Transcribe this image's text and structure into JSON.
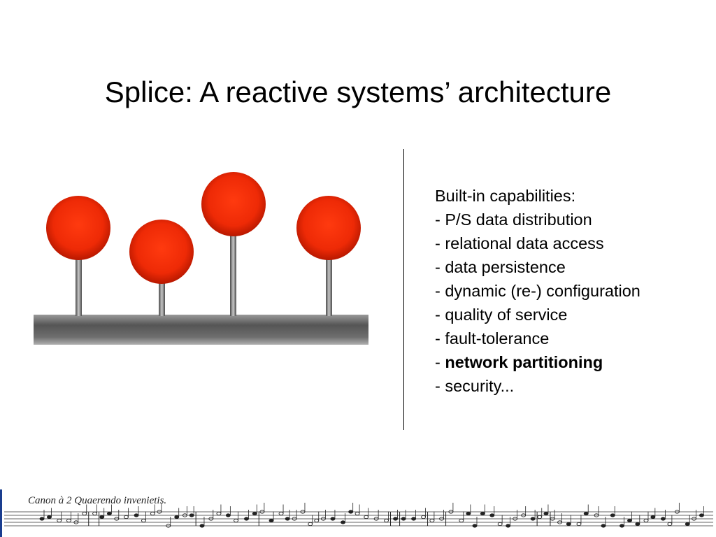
{
  "slide": {
    "title": "Splice: A reactive systems’ architecture"
  },
  "capabilities": {
    "heading": "Built-in capabilities:",
    "items": [
      {
        "prefix": "- ",
        "text": "P/S data distribution",
        "bold": false
      },
      {
        "prefix": "- ",
        "text": "relational data access",
        "bold": false
      },
      {
        "prefix": "- ",
        "text": "data persistence",
        "bold": false
      },
      {
        "prefix": "- ",
        "text": "dynamic (re-) configuration",
        "bold": false
      },
      {
        "prefix": "- ",
        "text": "quality of service",
        "bold": false
      },
      {
        "prefix": "- ",
        "text": "fault-tolerance",
        "bold": false
      },
      {
        "prefix": "- ",
        "text": "network partitioning",
        "bold": true
      },
      {
        "prefix": "- ",
        "text": "security...",
        "bold": false
      }
    ]
  },
  "diagram": {
    "node_color": "#ff3a0f",
    "node_edge_color": "#b81800",
    "bus_color": "#6d6d6d",
    "node_count": 4
  },
  "footer": {
    "score_caption": "Canon à 2   Quaerendo invenietis."
  }
}
